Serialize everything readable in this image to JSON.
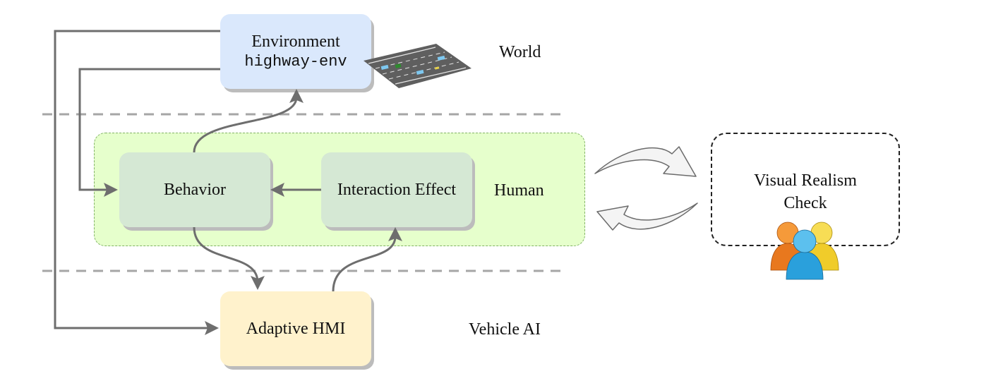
{
  "layers": {
    "world_label": "World",
    "human_label": "Human",
    "vehicle_ai_label": "Vehicle AI"
  },
  "nodes": {
    "environment": {
      "title": "Environment",
      "subtitle": "highway-env"
    },
    "behavior": {
      "label": "Behavior"
    },
    "interaction_effect": {
      "label": "Interaction Effect"
    },
    "adaptive_hmi": {
      "label": "Adaptive HMI"
    }
  },
  "realism_check": {
    "line1": "Visual Realism",
    "line2": "Check"
  },
  "colors": {
    "environment_fill": "#dae8fc",
    "green_fill": "#d5e8d4",
    "human_zone_fill": "#e6ffcc",
    "human_zone_border": "#82b366",
    "hmi_fill": "#fff2cc",
    "arrow": "#6e6e6e",
    "divider": "#a6a6a6"
  },
  "icons": [
    "highway-road-icon",
    "user-group-icon",
    "cycle-arrow-icon"
  ]
}
